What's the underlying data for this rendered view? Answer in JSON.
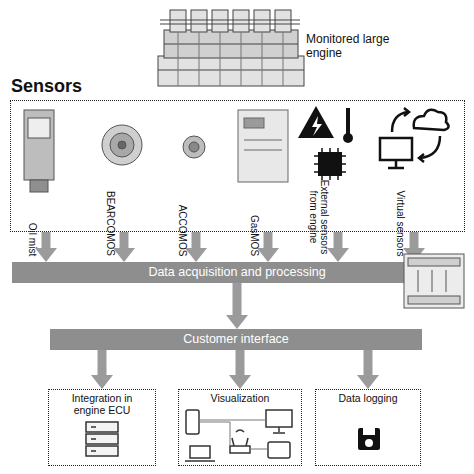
{
  "diagram": {
    "nodes": [
      {
        "text": [
          "Sensors"
        ]
      },
      {
        "text": [
          "Data acquisition and processing"
        ]
      },
      {
        "text": [
          "Customer interface"
        ]
      },
      {
        "text": [
          "Integration in engine ECU"
        ]
      },
      {
        "text": [
          "Visualization"
        ]
      },
      {
        "text": [
          "Data logging"
        ]
      }
    ],
    "edges": [
      {
        "from": 0,
        "to": 1,
        "label": "Oil mist",
        "arrow": "to"
      },
      {
        "from": 0,
        "to": 1,
        "label": "BEARCOMOS",
        "arrow": "to"
      },
      {
        "from": 0,
        "to": 1,
        "label": "ACCOMOS",
        "arrow": "to"
      },
      {
        "from": 0,
        "to": 1,
        "label": "GasMOS",
        "arrow": "to"
      },
      {
        "from": 0,
        "to": 1,
        "label": "External sensors from engine",
        "arrow": "to"
      },
      {
        "from": 0,
        "to": 1,
        "label": "Virtual sensors",
        "arrow": "to"
      },
      {
        "from": 1,
        "to": 2,
        "arrow": "to"
      },
      {
        "from": 2,
        "to": 3,
        "arrow": "to"
      },
      {
        "from": 2,
        "to": 4,
        "arrow": "to"
      },
      {
        "from": 2,
        "to": 5,
        "arrow": "to"
      }
    ],
    "labels": [
      "Monitored large engine"
    ]
  }
}
